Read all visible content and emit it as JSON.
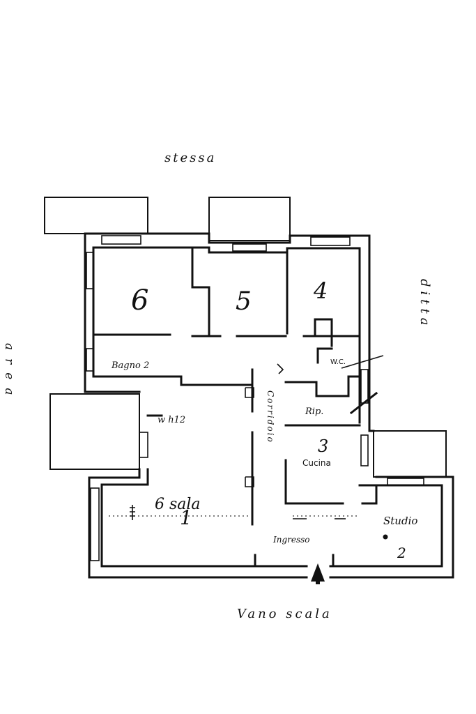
{
  "context": {
    "top": "stessa",
    "right": "ditta",
    "left": "area",
    "bottom": "Vano scala"
  },
  "rooms": {
    "r6_top": "6",
    "r5": "5",
    "r4": "4",
    "bath_left": "Bagno 2",
    "bath_right": "W.C.",
    "corridor": "Corridoio",
    "ripostiglio": "Rip.",
    "kitchen_num": "3",
    "kitchen": "Cucina",
    "sala": "6 sala",
    "sala_num": "1",
    "wc_note": "w h12",
    "ingresso": "Ingresso",
    "studio": "Studio",
    "studio_num": "2"
  }
}
